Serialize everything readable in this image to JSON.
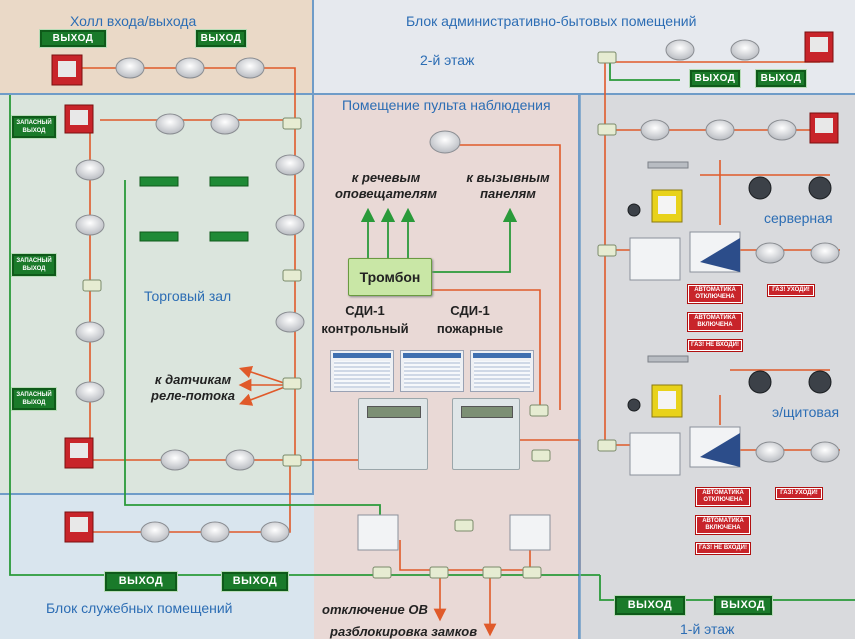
{
  "zones": {
    "entrance_hall": "Холл входа/выхода",
    "admin_block": "Блок административно-бытовых помещений",
    "floor2": "2-й этаж",
    "control_room": "Помещение пульта наблюдения",
    "sales_hall": "Торговый зал",
    "service_block": "Блок служебных помещений",
    "server_room": "серверная",
    "electrical_room": "э/щитовая",
    "floor1": "1-й этаж"
  },
  "signs": {
    "exit": "ВЫХОД",
    "emergency_exit": "ЗАПАСНЫЙ ВЫХОД",
    "auto_off": "АВТОМАТИКА ОТКЛЮЧЕНА",
    "auto_on": "АВТОМАТИКА ВКЛЮЧЕНА",
    "gas_leave": "ГАЗ! УХОДИ!",
    "gas_no_entry": "ГАЗ! НЕ ВХОДИ!"
  },
  "annotations": {
    "to_speech_notifiers": "к речевым\nоповещателям",
    "to_call_panels": "к вызывным\nпанелям",
    "trombon": "Тромбон",
    "sdi_control": "СДИ-1\nконтрольный",
    "sdi_fire": "СДИ-1\nпожарные",
    "to_flow_relay": "к датчикам\nреле-потока",
    "ov_off": "отключение ОВ",
    "unlock": "разблокировка замков"
  },
  "colors": {
    "wire": "#e05a2a",
    "wire_green": "#2a9a3a",
    "label_blue": "#2c6db4",
    "exit_green": "#1a7a2a",
    "alarm_red": "#c8242a"
  },
  "icons": {
    "smoke_detector": "smoke-detector-icon",
    "manual_call_point": "manual-call-point-icon",
    "relay_module": "relay-module-icon",
    "gas_detector": "gas-detector-icon",
    "exit_lamp": "exit-lamp-icon"
  }
}
